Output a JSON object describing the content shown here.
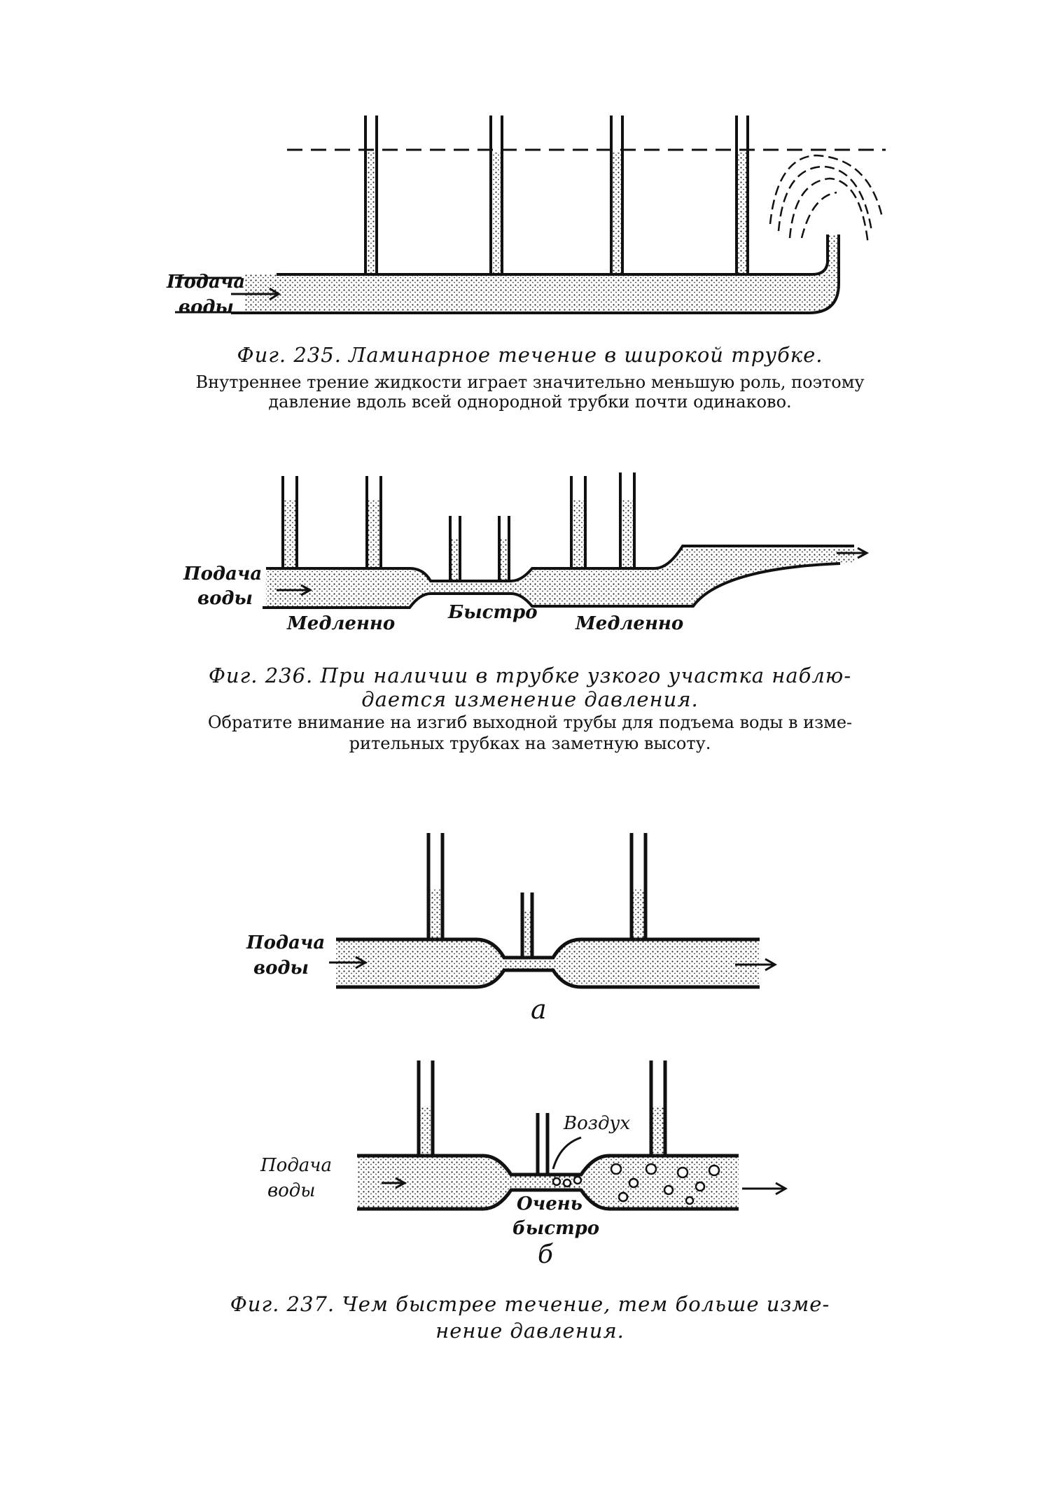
{
  "fig235": {
    "label_supply": "Подача",
    "label_water": "воды",
    "caption": "Фиг. 235. Ламинарное течение в широкой трубке.",
    "text_line1": "Внутреннее трение жидкости играет значительно меньшую роль, поэтому",
    "text_line2": "давление вдоль всей однородной трубки почти одинаково."
  },
  "fig236": {
    "label_supply": "Подача",
    "label_water": "воды",
    "label_slow1": "Медленно",
    "label_fast": "Быстро",
    "label_slow2": "Медленно",
    "caption_line1": "Фиг. 236. При наличии в трубке узкого участка наблю-",
    "caption_line2": "дается изменение давления.",
    "text_line1": "Обратите внимание на изгиб выходной трубы для подъема воды в изме-",
    "text_line2": "рительных трубках на заметную высоту."
  },
  "fig237": {
    "a": {
      "label_supply": "Подача",
      "label_water": "воды",
      "letter": "а"
    },
    "b": {
      "label_supply": "Подача",
      "label_water": "воды",
      "label_air": "Воздух",
      "label_very": "Очень",
      "label_fast": "быстро",
      "letter": "б"
    },
    "caption_line1": "Фиг. 237. Чем быстрее течение, тем больше изме-",
    "caption_line2": "нение давления."
  }
}
